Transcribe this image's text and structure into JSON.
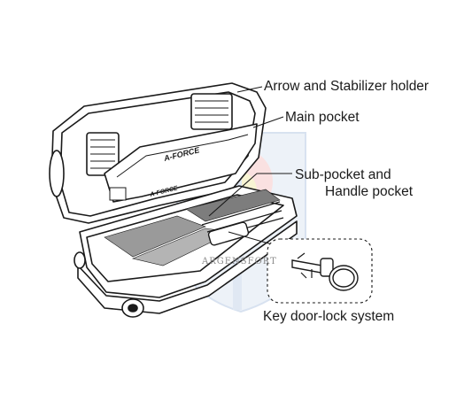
{
  "labels": {
    "arrow_holder": "Arrow and Stabilizer holder",
    "main_pocket": "Main pocket",
    "sub_pocket_line1": "Sub-pocket and",
    "sub_pocket_line2": "Handle pocket",
    "key_lock": "Key door-lock system"
  },
  "case_markings": {
    "lid_logo": "A-FORCE",
    "front_logo": "A-FORCE"
  },
  "watermark": {
    "text": "ARGENSFORT"
  },
  "colors": {
    "line": "#1a1a1a",
    "background": "#ffffff",
    "watermark_red": "#f2b5b5",
    "watermark_blue": "#b9cbe4",
    "watermark_yellow": "#f3ecb0"
  }
}
